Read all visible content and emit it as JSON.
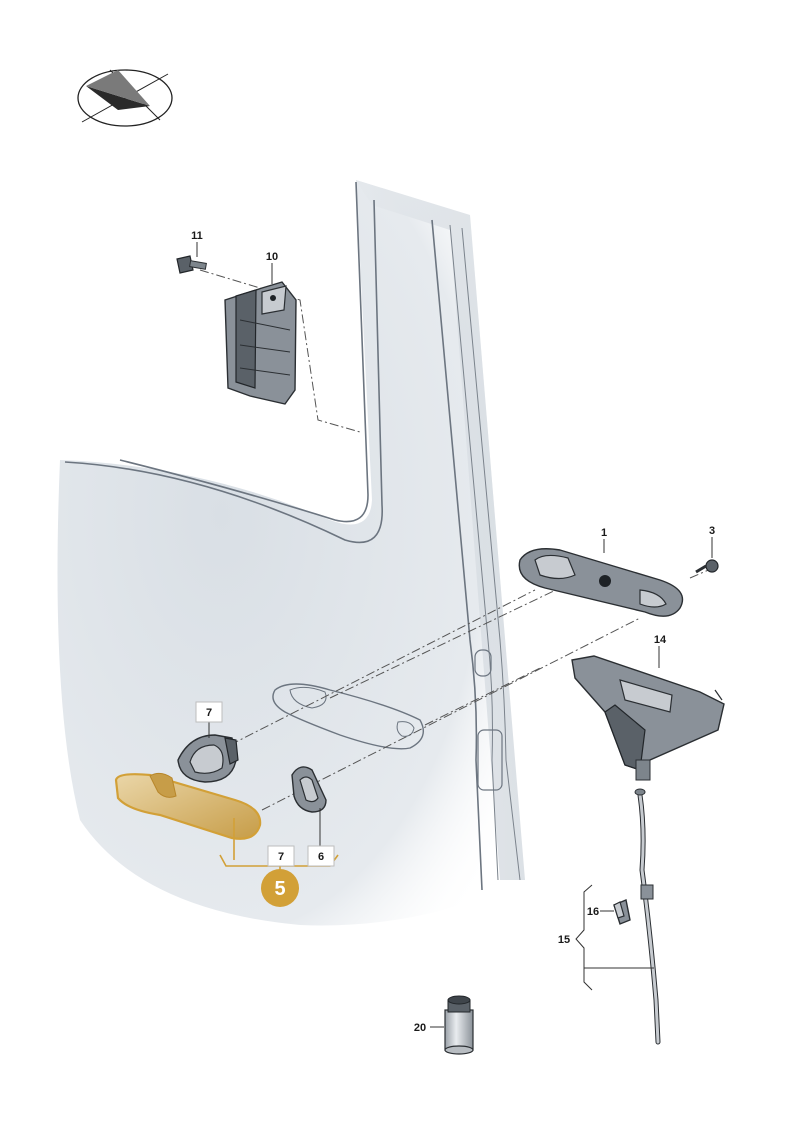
{
  "diagram": {
    "colors": {
      "highlight": "#d2a037",
      "highlight_fill": "#e2c793",
      "part_grey": "#8a9199",
      "door_panel": "#e1e6eb"
    },
    "callouts": [
      {
        "id": "1",
        "label": "1"
      },
      {
        "id": "3",
        "label": "3"
      },
      {
        "id": "5",
        "label": "5",
        "highlighted": true
      },
      {
        "id": "6",
        "label": "6"
      },
      {
        "id": "7a",
        "label": "7"
      },
      {
        "id": "7b",
        "label": "7"
      },
      {
        "id": "10",
        "label": "10"
      },
      {
        "id": "11",
        "label": "11"
      },
      {
        "id": "14",
        "label": "14"
      },
      {
        "id": "15",
        "label": "15"
      },
      {
        "id": "16",
        "label": "16"
      },
      {
        "id": "20",
        "label": "20"
      }
    ],
    "icons": [
      "orientation-compass-icon"
    ]
  }
}
